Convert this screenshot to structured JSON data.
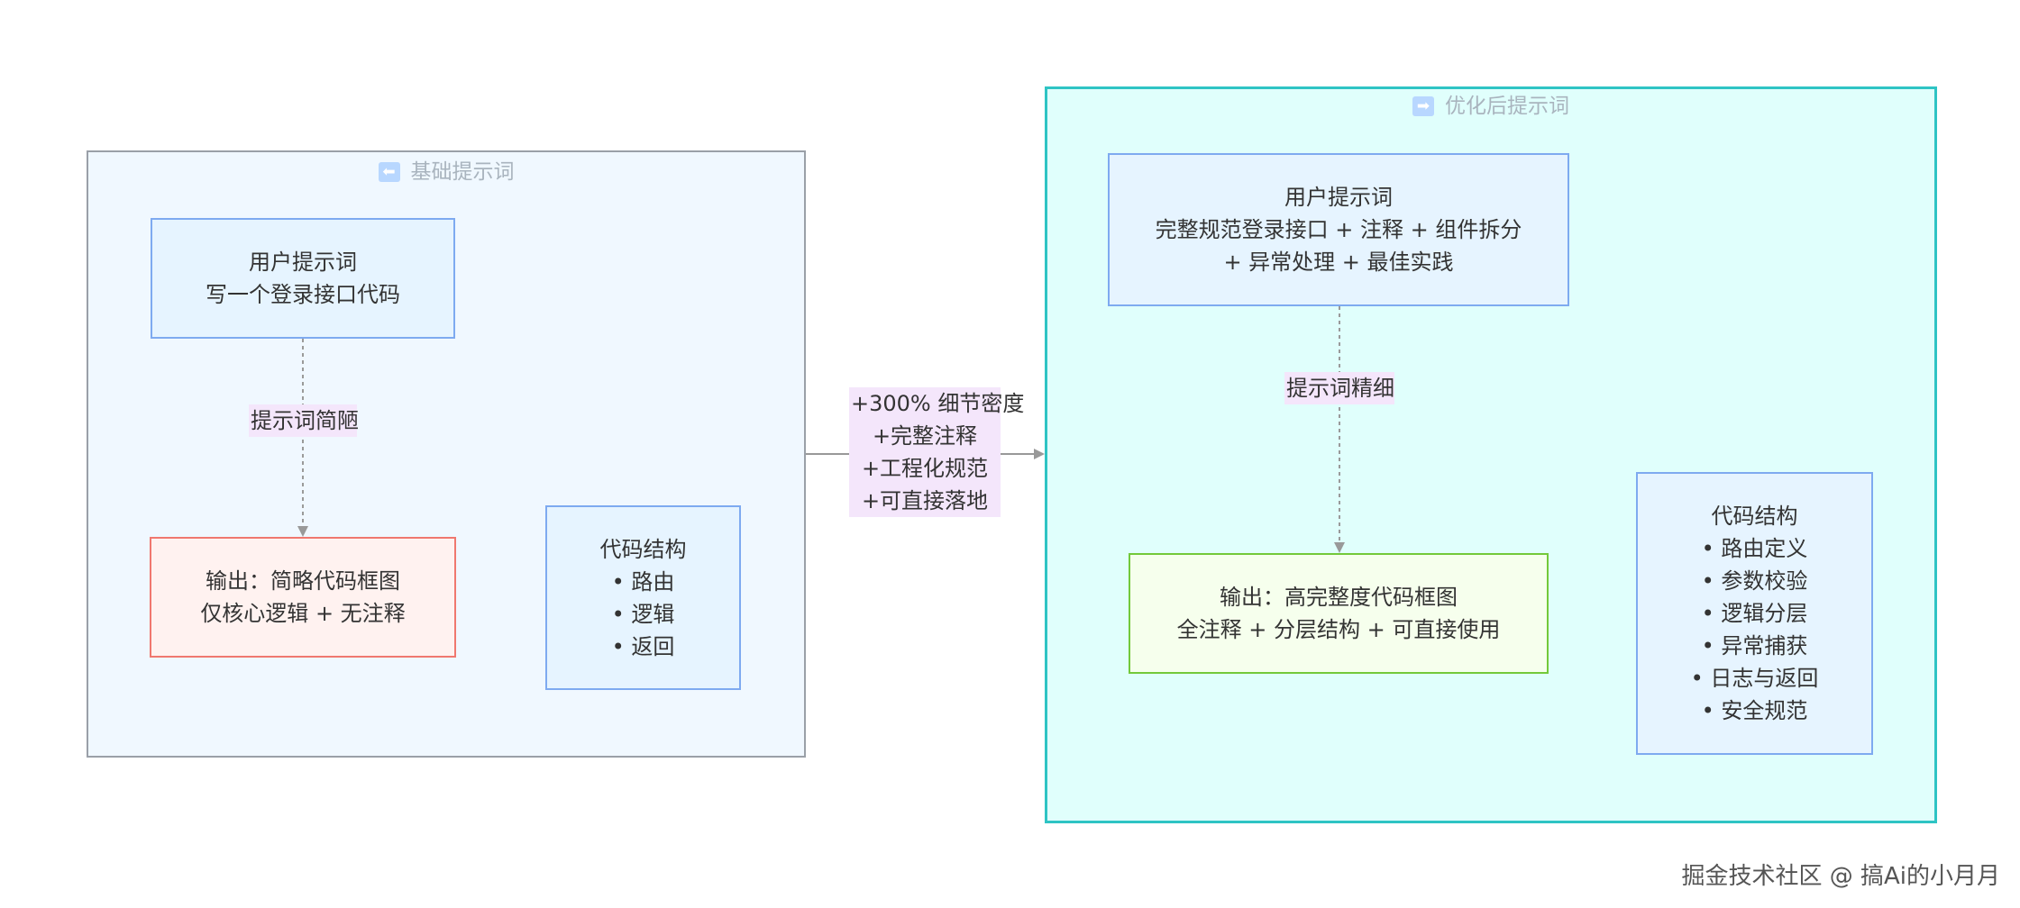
{
  "clusters": {
    "basic": {
      "icon": "arrow-left-icon",
      "icon_glyph": "⬅",
      "title": "基础提示词"
    },
    "optimized": {
      "icon": "arrow-right-icon",
      "icon_glyph": "➡",
      "title": "优化后提示词"
    }
  },
  "nodes": {
    "basic_prompt": {
      "lines": [
        "用户提示词",
        "写一个登录接口代码"
      ]
    },
    "basic_output": {
      "lines": [
        "输出：简略代码框图",
        "仅核心逻辑 + 无注释"
      ]
    },
    "basic_structure": {
      "lines": [
        "代码结构",
        "• 路由",
        "• 逻辑",
        "• 返回"
      ]
    },
    "opt_prompt": {
      "lines": [
        "用户提示词",
        "完整规范登录接口 + 注释 + 组件拆分",
        "+ 异常处理 + 最佳实践"
      ]
    },
    "opt_output": {
      "lines": [
        "输出：高完整度代码框图",
        "全注释 + 分层结构 + 可直接使用"
      ]
    },
    "opt_structure": {
      "lines": [
        "代码结构",
        "• 路由定义",
        "• 参数校验",
        "• 逻辑分层",
        "• 异常捕获",
        "• 日志与返回",
        "• 安全规范"
      ]
    }
  },
  "edges": {
    "basic_flow": {
      "label": "提示词简陋"
    },
    "opt_flow": {
      "label": "提示词精细"
    },
    "upgrade": {
      "lines": [
        "+300% 细节密度",
        "+完整注释",
        "+工程化规范",
        "+可直接落地"
      ]
    }
  },
  "colors": {
    "edge": "#999999",
    "dashed_edge": "#9a9a9a"
  },
  "watermark": "掘金技术社区 @ 搞Ai的小月月"
}
